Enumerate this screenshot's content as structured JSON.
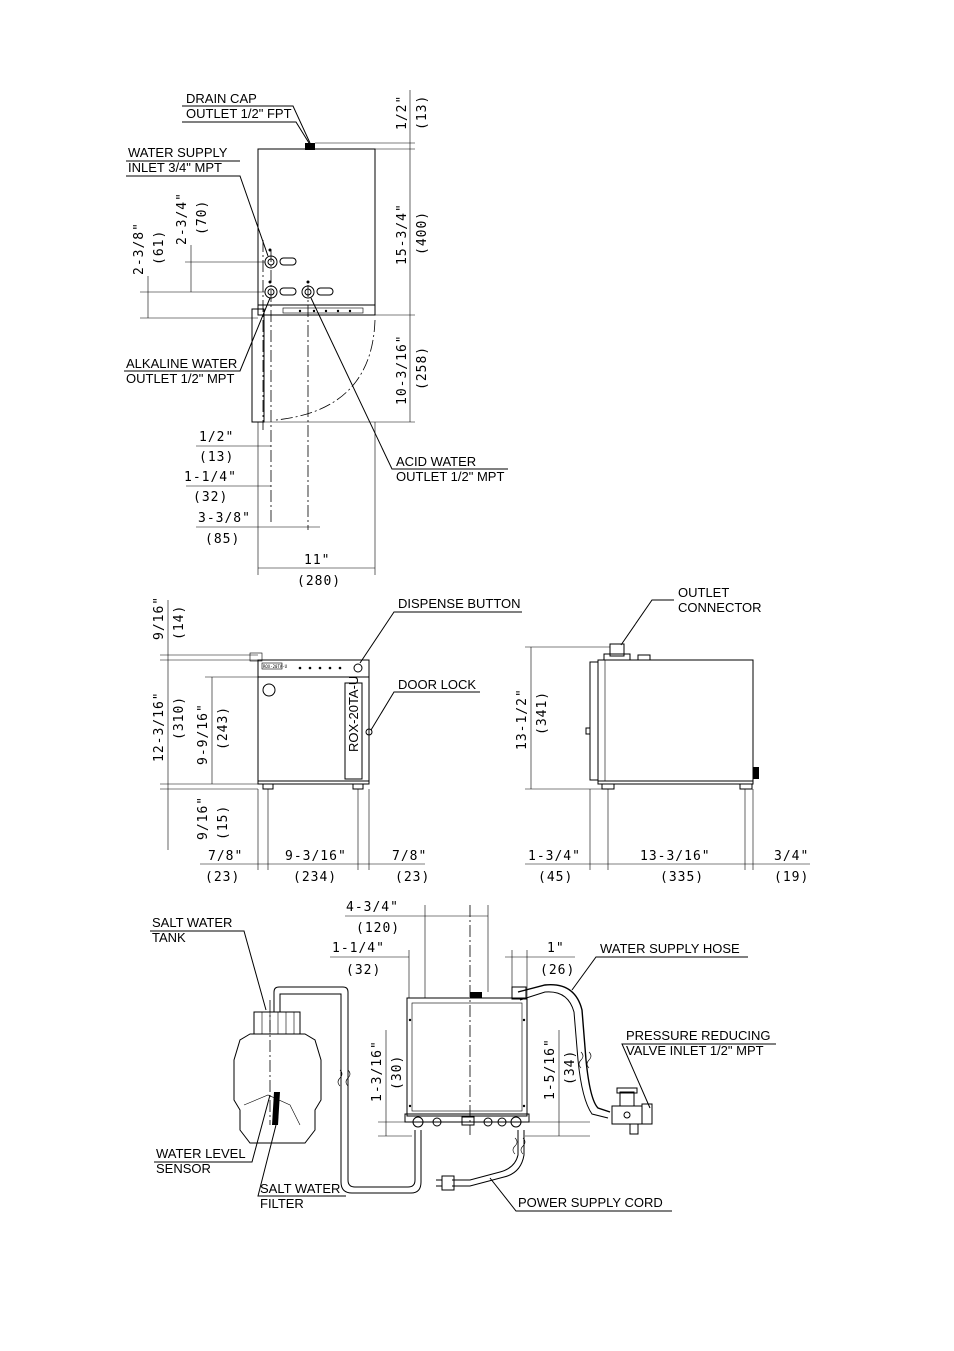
{
  "top_view": {
    "labels": {
      "drain_cap_1": "DRAIN CAP",
      "drain_cap_2": "OUTLET 1/2\" FPT",
      "water_supply_1": "WATER SUPPLY",
      "water_supply_2": "INLET 3/4\" MPT",
      "alkaline_1": "ALKALINE WATER",
      "alkaline_2": "OUTLET 1/2\" MPT",
      "acid_1": "ACID WATER",
      "acid_2": "OUTLET 1/2\" MPT"
    },
    "dims": {
      "d1_in": "1/2\"",
      "d1_mm": "(13)",
      "d2_in": "15-3/4\"",
      "d2_mm": "(400)",
      "d3_in": "10-3/16\"",
      "d3_mm": "(258)",
      "d4_in": "2-3/8\"",
      "d4_mm": "(61)",
      "d5_in": "2-3/4\"",
      "d5_mm": "(70)",
      "h1_in": "1/2\"",
      "h1_mm": "(13)",
      "h2_in": "1-1/4\"",
      "h2_mm": "(32)",
      "h3_in": "3-3/8\"",
      "h3_mm": "(85)",
      "h4_in": "11\"",
      "h4_mm": "(280)"
    }
  },
  "front_view": {
    "labels": {
      "dispense": "DISPENSE BUTTON",
      "door_lock": "DOOR LOCK",
      "model": "ROX-20TA-U",
      "panel_badge": "ROX-20TA-U"
    },
    "dims": {
      "v1_in": "9/16\"",
      "v1_mm": "(14)",
      "v2_in": "12-3/16\"",
      "v2_mm": "(310)",
      "v3_in": "9-9/16\"",
      "v3_mm": "(243)",
      "v4_in": "9/16\"",
      "v4_mm": "(15)",
      "h1_in": "7/8\"",
      "h1_mm": "(23)",
      "h2_in": "9-3/16\"",
      "h2_mm": "(234)",
      "h3_in": "7/8\"",
      "h3_mm": "(23)"
    }
  },
  "side_view": {
    "labels": {
      "outlet_1": "OUTLET",
      "outlet_2": "CONNECTOR"
    },
    "dims": {
      "v1_in": "13-1/2\"",
      "v1_mm": "(341)",
      "h1_in": "1-3/4\"",
      "h1_mm": "(45)",
      "h2_in": "13-3/16\"",
      "h2_mm": "(335)",
      "h3_in": "3/4\"",
      "h3_mm": "(19)"
    }
  },
  "install_view": {
    "labels": {
      "salt_tank_1": "SALT WATER",
      "salt_tank_2": "TANK",
      "supply_hose": "WATER SUPPLY HOSE",
      "prv_1": "PRESSURE REDUCING",
      "prv_2": "VALVE INLET 1/2\" MPT",
      "level_1": "WATER LEVEL",
      "level_2": "SENSOR",
      "filter_1": "SALT WATER",
      "filter_2": "FILTER",
      "power": "POWER SUPPLY CORD"
    },
    "dims": {
      "a_in": "4-3/4\"",
      "a_mm": "(120)",
      "b_in": "1-1/4\"",
      "b_mm": "(32)",
      "c_in": "1\"",
      "c_mm": "(26)",
      "d_in": "1-3/16\"",
      "d_mm": "(30)",
      "e_in": "1-5/16\"",
      "e_mm": "(34)"
    }
  }
}
